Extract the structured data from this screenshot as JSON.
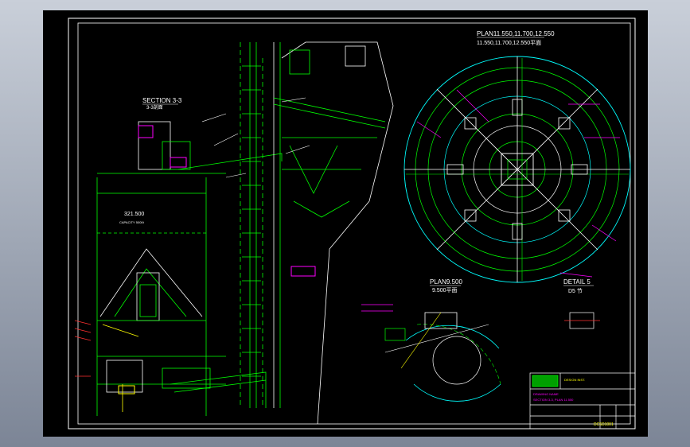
{
  "drawing": {
    "section_title": "SECTION 3-3",
    "section_sub": "3-3剖面",
    "plan_title": "PLAN11.550,11.700,12.550",
    "plan_sub": "11.550,11.700,12.550平面",
    "plan2_title": "PLAN9.500",
    "plan2_sub": "9.500平面",
    "detail_title": "DETAIL 5",
    "detail_sub": "D5 节",
    "elev_label": "321.500",
    "capacity_label": "CAPACITY 5000t",
    "title_block": {
      "company": "DESIGN INST.",
      "line1": "DRAWING NAME",
      "line2": "SECTION 3-3, PLAN 11.550",
      "drawing_no": "DC5D1001"
    }
  },
  "colors": {
    "background": "#000000",
    "frame": "#ffffff",
    "structure": "#00ff00",
    "detail": "#00ffff",
    "annotation": "#ff00ff",
    "highlight": "#ffff00",
    "dimension": "#ff3030"
  }
}
